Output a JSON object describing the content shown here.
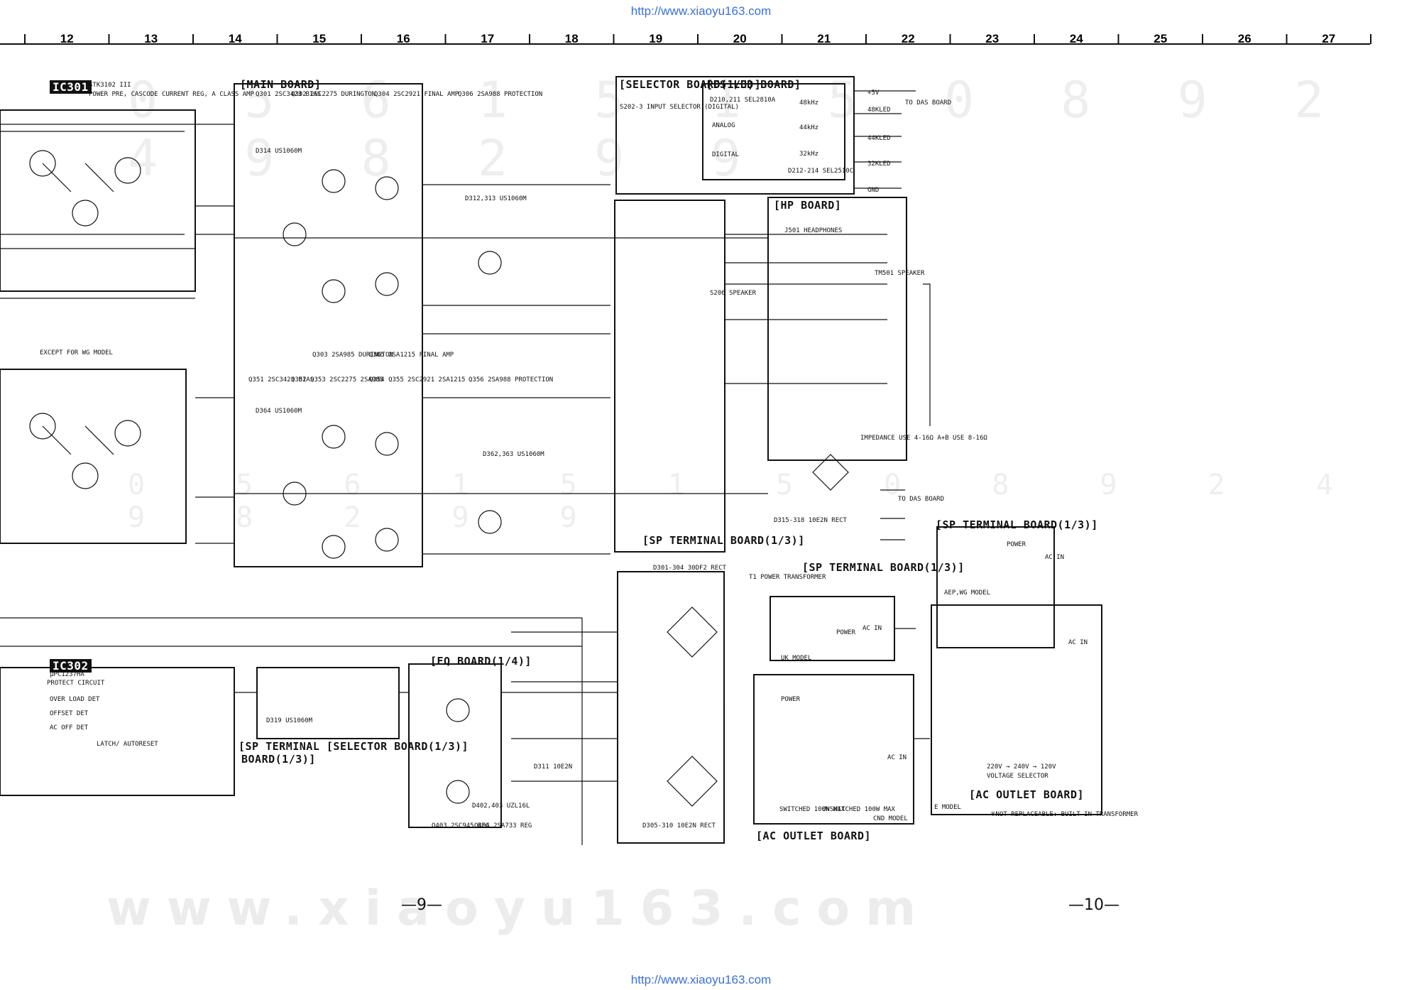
{
  "header_url": "http://www.xiaoyu163.com",
  "footer_url": "http://www.xiaoyu163.com",
  "column_numbers": [
    "12",
    "13",
    "14",
    "15",
    "16",
    "17",
    "18",
    "19",
    "20",
    "21",
    "22",
    "23",
    "24",
    "25",
    "26",
    "27"
  ],
  "page_numbers": [
    "—9—",
    "—10—"
  ],
  "watermark": "www.xiaoyu163.com",
  "labels": [
    {
      "name": "ic301-title",
      "text": "IC301",
      "tag": true
    },
    {
      "name": "ic301-part",
      "text": "STK3102 III"
    },
    {
      "name": "ic301-desc",
      "text": "POWER PRE, CASCODE CURRENT REG, A CLASS AMP"
    },
    {
      "name": "main-board-title",
      "text": "[MAIN BOARD]"
    },
    {
      "name": "selector-board-title",
      "text": "[SELECTOR BOARD(1/3)]"
    },
    {
      "name": "fs-led-board-title",
      "text": "[FS LED BOARD]"
    },
    {
      "name": "hp-board-title",
      "text": "[HP BOARD]"
    },
    {
      "name": "sp-terminal-board-title",
      "text": "[SP TERMINAL BOARD(1/3)]"
    },
    {
      "name": "sp-terminal-board-right-title",
      "text": "[SP TERMINAL BOARD(1/3)]"
    },
    {
      "name": "sp-terminal-board-uk-title",
      "text": "[SP TERMINAL BOARD(1/3)]"
    },
    {
      "name": "ac-outlet-board-title",
      "text": "[AC OUTLET BOARD]"
    },
    {
      "name": "ac-outlet-board-right-title",
      "text": "[AC OUTLET BOARD]"
    },
    {
      "name": "eq-board-title",
      "text": "[EQ BOARD(1/4)]"
    },
    {
      "name": "ic302-title",
      "text": "IC302",
      "tag": true
    },
    {
      "name": "ic302-part",
      "text": "μPC1237HA"
    },
    {
      "name": "ic302-desc",
      "text": "PROTECT CIRCUIT"
    },
    {
      "name": "sp-selector-board-title",
      "text": "[SP TERMINAL [SELECTOR BOARD(1/3)]"
    },
    {
      "name": "sp-selector-board-sub",
      "text": "BOARD(1/3)]"
    },
    {
      "name": "q301-label",
      "text": "Q301 2SC3423 BIAS"
    },
    {
      "name": "q302-label",
      "text": "Q302 2SC2275 DURINGTON"
    },
    {
      "name": "q304-label",
      "text": "Q304 2SC2921 FINAL AMP"
    },
    {
      "name": "q306-label",
      "text": "Q306 2SA988 PROTECTION"
    },
    {
      "name": "q303-label",
      "text": "Q303 2SA985 DURINGTON"
    },
    {
      "name": "q305-label",
      "text": "Q305 2SA1215 FINAL AMP"
    },
    {
      "name": "q351-label",
      "text": "Q351 2SC3423 BIAS"
    },
    {
      "name": "q352-label",
      "text": "Q352 Q353 2SC2275 2SA985"
    },
    {
      "name": "q354-label",
      "text": "Q354 Q355 2SC2921 2SA1215"
    },
    {
      "name": "q356-label",
      "text": "Q356 2SA988 PROTECTION"
    },
    {
      "name": "d314-label",
      "text": "D314 US1060M"
    },
    {
      "name": "d364-label",
      "text": "D364 US1060M"
    },
    {
      "name": "d312-label",
      "text": "D312,313 US1060M"
    },
    {
      "name": "d362-label",
      "text": "D362,363 US1060M"
    },
    {
      "name": "d301-label",
      "text": "D301-304 30DF2 RECT"
    },
    {
      "name": "d305-label",
      "text": "D305-310 10E2N RECT"
    },
    {
      "name": "d311-label",
      "text": "D311 10E2N"
    },
    {
      "name": "d315-label",
      "text": "D315-318 10E2N RECT"
    },
    {
      "name": "d319-label",
      "text": "D319 US1060M"
    },
    {
      "name": "q403-label",
      "text": "Q403 2SC945 REG"
    },
    {
      "name": "q404-label",
      "text": "Q404 2SA733 REG"
    },
    {
      "name": "d402-label",
      "text": "D402,403 UZL16L"
    },
    {
      "name": "t1-label",
      "text": "T1 POWER TRANSFORMER"
    },
    {
      "name": "j501-label",
      "text": "J501 HEADPHONES"
    },
    {
      "name": "tm501-label",
      "text": "TM501 SPEAKER"
    },
    {
      "name": "s206-label",
      "text": "S206 SPEAKER"
    },
    {
      "name": "s202-label",
      "text": "S202-3 INPUT SELECTOR (DIGITAL)"
    },
    {
      "name": "d210-label",
      "text": "D210,211 SEL2810A"
    },
    {
      "name": "d212-label",
      "text": "D212-214 SEL2510C"
    },
    {
      "name": "to-das-board-c",
      "text": "TO DAS BOARD"
    },
    {
      "name": "to-das-board-g",
      "text": "TO DAS BOARD"
    },
    {
      "name": "impedance-note",
      "text": "IMPEDANCE USE 4-16Ω A+B USE 8-16Ω"
    },
    {
      "name": "e-model-note",
      "text": "E MODEL"
    },
    {
      "name": "not-replaceable-note",
      "text": "※NOT REPLACEABLE: BUILT IN TRANSFORMER"
    },
    {
      "name": "uk-model-note",
      "text": "UK MODEL"
    },
    {
      "name": "cnd-model-note",
      "text": "CND MODEL"
    },
    {
      "name": "aep-wg-model-note",
      "text": "AEP,WG MODEL"
    },
    {
      "name": "voltage-selector",
      "text": "VOLTAGE SELECTOR"
    },
    {
      "name": "voltage-options",
      "text": "220V → 240V → 120V"
    },
    {
      "name": "ac-outlet-switched",
      "text": "SWITCHED 100W MAX"
    },
    {
      "name": "ac-outlet-unswitched",
      "text": "UNSWITCHED 100W MAX"
    },
    {
      "name": "ac-in-1",
      "text": "AC IN"
    },
    {
      "name": "ac-in-2",
      "text": "AC IN"
    },
    {
      "name": "ac-in-3",
      "text": "AC IN"
    },
    {
      "name": "ac-in-4",
      "text": "AC IN"
    },
    {
      "name": "power-1",
      "text": "POWER"
    },
    {
      "name": "power-2",
      "text": "POWER"
    },
    {
      "name": "power-3",
      "text": "POWER"
    },
    {
      "name": "latch-autoreset",
      "text": "LATCH/ AUTORESET"
    },
    {
      "name": "over-load-det",
      "text": "OVER LOAD DET"
    },
    {
      "name": "offset-det",
      "text": "OFFSET DET"
    },
    {
      "name": "ac-off-det",
      "text": "AC OFF DET"
    },
    {
      "name": "except-wg-model",
      "text": "EXCEPT FOR WG MODEL"
    },
    {
      "name": "rail-5v",
      "text": "+5V"
    },
    {
      "name": "rail-48kled",
      "text": "48KLED"
    },
    {
      "name": "rail-44kled",
      "text": "44KLED"
    },
    {
      "name": "rail-32kled",
      "text": "32KLED"
    },
    {
      "name": "rail-gnd",
      "text": "GND"
    },
    {
      "name": "freq-48k",
      "text": "48kHz"
    },
    {
      "name": "freq-44k",
      "text": "44kHz"
    },
    {
      "name": "freq-32k",
      "text": "32kHz"
    },
    {
      "name": "analog-tag",
      "text": "ANALOG"
    },
    {
      "name": "digital-tag",
      "text": "DIGITAL"
    }
  ]
}
